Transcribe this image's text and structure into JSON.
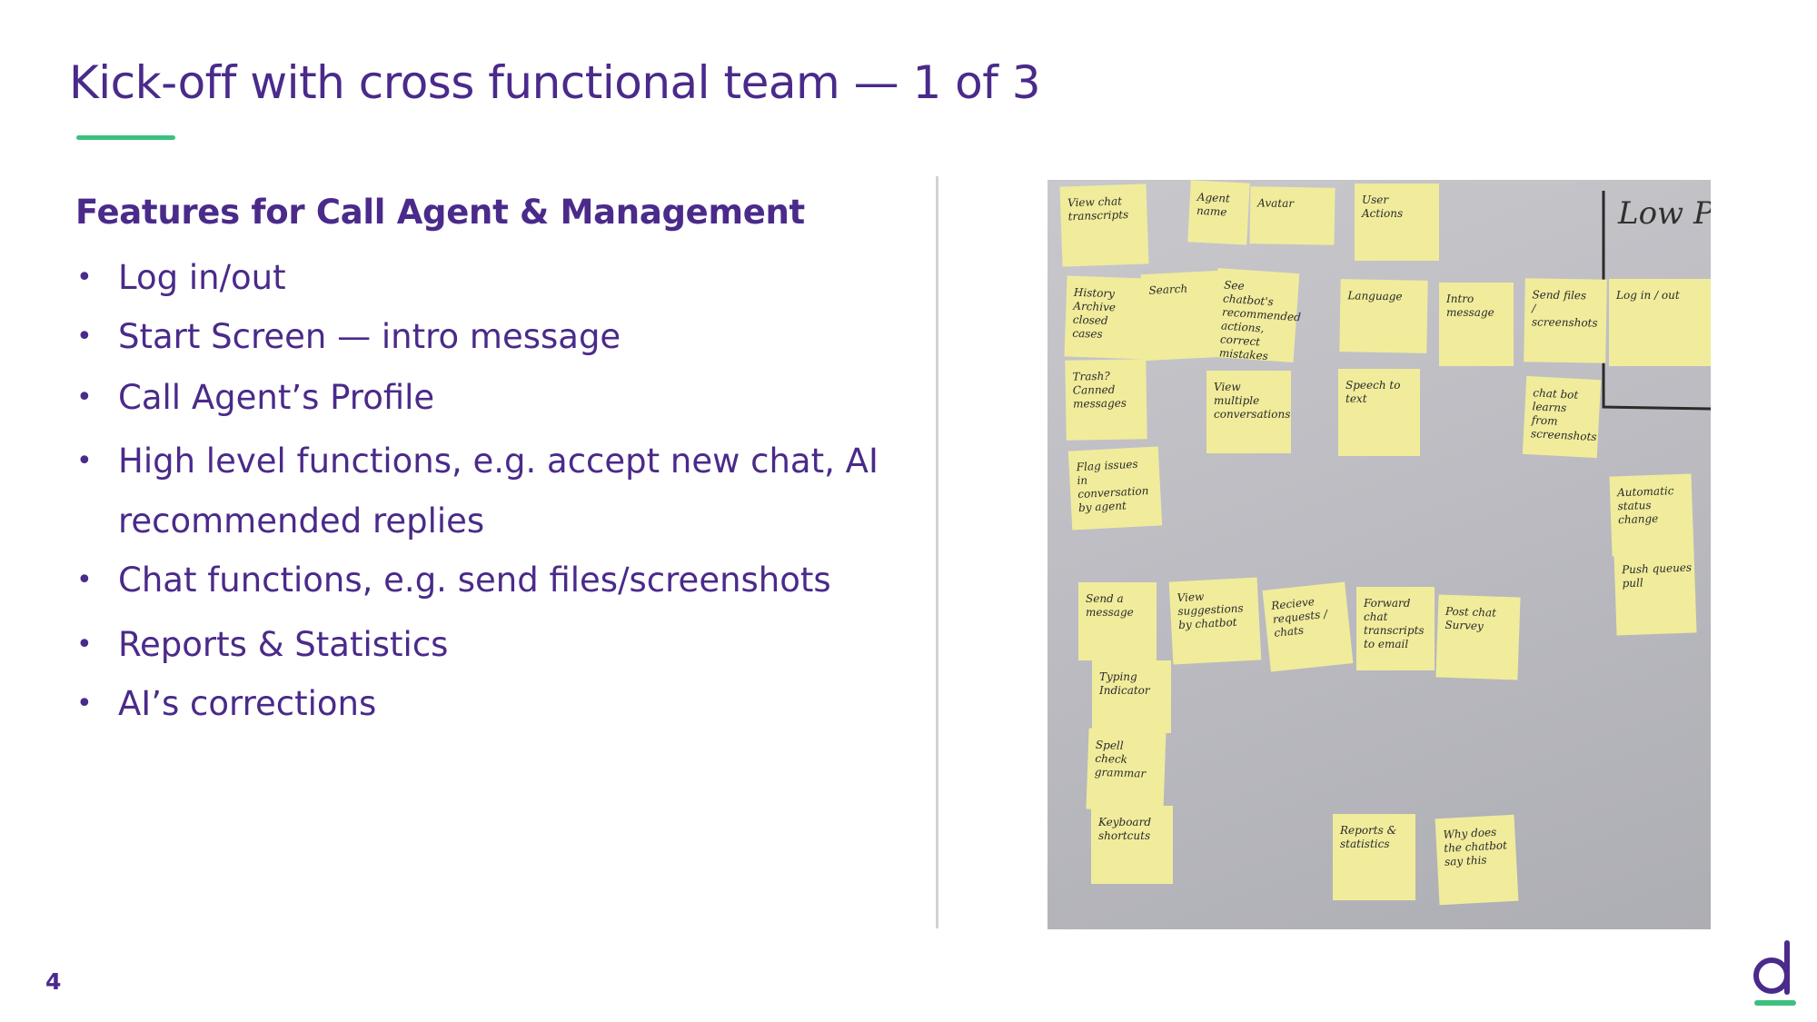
{
  "slide": {
    "title": "Kick-off with cross functional team — 1 of 3",
    "page_number": "4"
  },
  "content": {
    "heading": "Features for Call Agent & Management",
    "bullet_symbol": "•",
    "bullets": [
      "Log in/out",
      "Start Screen — intro message",
      "Call Agent’s Profile",
      "High level functions, e.g. accept new chat, AI recommended replies",
      "Chat functions, e.g. send files/screenshots",
      "Reports & Statistics",
      "AI’s corrections"
    ]
  },
  "photo": {
    "board_heading": "Low Priority",
    "sticky_notes": [
      "View chat transcripts",
      "Agent name",
      "Avatar",
      "User Actions",
      "History Archive closed cases",
      "Search",
      "See chatbot's recommended actions, correct mistakes",
      "Language",
      "Intro message",
      "Send files / screenshots",
      "Log in / out",
      "Trash? Canned messages",
      "View multiple conversations",
      "Speech to text",
      "chat bot learns from screenshots",
      "Flag issues in conversation by agent",
      "Automatic status change",
      "Push queues pull",
      "Send a message",
      "View suggestions by chatbot",
      "Recieve requests / chats",
      "Forward chat transcripts to email",
      "Post chat Survey",
      "Typing Indicator",
      "Spell check grammar",
      "Keyboard shortcuts",
      "Reports & statistics",
      "Why does the chatbot say this"
    ]
  },
  "colors": {
    "brand_purple": "#4a2a8a",
    "accent_green": "#3cc080",
    "divider_gray": "#d2d2d2",
    "sticky_yellow": "#f0ec9c"
  }
}
